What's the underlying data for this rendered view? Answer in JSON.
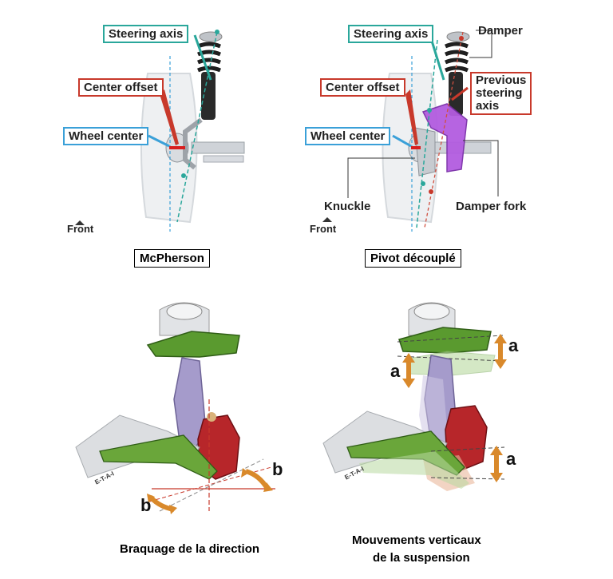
{
  "top_left": {
    "steering_axis": "Steering axis",
    "center_offset": "Center offset",
    "wheel_center": "Wheel center",
    "front": "Front",
    "title": "McPherson"
  },
  "top_right": {
    "steering_axis": "Steering axis",
    "damper": "Damper",
    "center_offset": "Center offset",
    "previous_steering_axis": "Previous\nsteering\naxis",
    "wheel_center": "Wheel center",
    "knuckle": "Knuckle",
    "damper_fork": "Damper fork",
    "front": "Front",
    "title": "Pivot découplé"
  },
  "bottom_left": {
    "letter_b_right": "b",
    "letter_b_left": "b",
    "logo": "E-T-A-I",
    "caption": "Braquage de la direction"
  },
  "bottom_right": {
    "letter_a_top_right": "a",
    "letter_a_top_left": "a",
    "letter_a_bottom": "a",
    "logo": "E-T-A-I",
    "caption_line1": "Mouvements verticaux",
    "caption_line2": "de la suspension"
  },
  "colors": {
    "teal": "#2aa79b",
    "red": "#c8392b",
    "blue": "#3aa0d8",
    "purple": "#a44ad6",
    "green": "#3c7a1f",
    "orange": "#d9892b"
  }
}
